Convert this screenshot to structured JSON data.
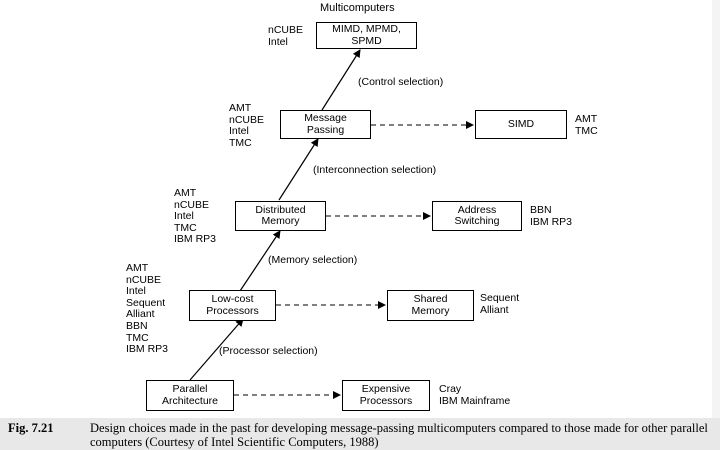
{
  "title": "Multicomputers",
  "boxes": {
    "mimd": "MIMD, MPMD,\nSPMD",
    "message_passing": "Message\nPassing",
    "simd": "SIMD",
    "distributed_memory": "Distributed\nMemory",
    "address_switching": "Address\nSwitching",
    "low_cost": "Low-cost\nProcessors",
    "shared_memory": "Shared\nMemory",
    "parallel_arch": "Parallel\nArchitecture",
    "expensive": "Expensive\nProcessors"
  },
  "selections": {
    "control": "(Control selection)",
    "interconnection": "(Interconnection selection)",
    "memory": "(Memory selection)",
    "processor": "(Processor selection)"
  },
  "vendors": {
    "mimd": [
      "nCUBE",
      "Intel"
    ],
    "message_passing": [
      "AMT",
      "nCUBE",
      "Intel",
      "TMC"
    ],
    "simd": [
      "AMT",
      "TMC"
    ],
    "distributed_memory": [
      "AMT",
      "nCUBE",
      "Intel",
      "TMC",
      "IBM RP3"
    ],
    "address_switching": [
      "BBN",
      "IBM RP3"
    ],
    "low_cost": [
      "AMT",
      "nCUBE",
      "Intel",
      "Sequent",
      "Alliant",
      "BBN",
      "TMC",
      "IBM RP3"
    ],
    "shared_memory": [
      "Sequent",
      "Alliant"
    ],
    "expensive": [
      "Cray",
      "IBM Mainframe"
    ]
  },
  "caption": {
    "label": "Fig. 7.21",
    "text": "Design choices made in the past for developing message-passing multicomputers compared to those made for other parallel computers (Courtesy of Intel Scientific Computers, 1988)"
  }
}
